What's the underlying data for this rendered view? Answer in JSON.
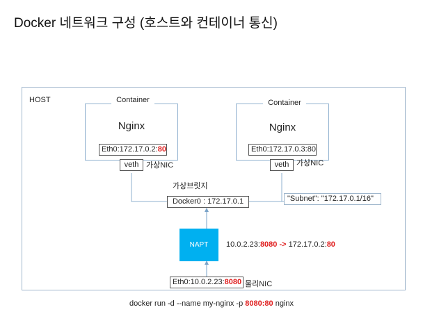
{
  "title": "Docker 네트워크 구성 (호스트와 컨테이너 통신)",
  "host_label": "HOST",
  "containers": [
    {
      "tab": "Container",
      "app": "Nginx",
      "eth_text": "Eth0:172.17.0.2:",
      "eth_port": "80",
      "veth": "veth",
      "nic_label": "가상NIC"
    },
    {
      "tab": "Container",
      "app": "Nginx",
      "eth_text": "Eth0:172.17.0.3:80",
      "eth_port": "",
      "veth": "veth",
      "nic_label": "가상NIC"
    }
  ],
  "bridge": {
    "label": "가상브릿지",
    "name": "Docker0 : 172.17.0.1",
    "subnet": "\"Subnet\": \"172.17.0.1/16\""
  },
  "napt": {
    "label": "NAPT",
    "rule_src_ip": "10.0.2.23:",
    "rule_src_port": "8080",
    "rule_arrow": " -> ",
    "rule_dst_ip": "172.17.0.2:",
    "rule_dst_port": "80"
  },
  "physical": {
    "eth_text": "Eth0:10.0.2.23:",
    "eth_port": "8080",
    "nic_label": "물리NIC"
  },
  "command": {
    "prefix": "docker run -d --name my-nginx -p ",
    "ports": "8080:80",
    "suffix": " nginx"
  },
  "colors": {
    "accent_red": "#e02020",
    "napt_fill": "#00b0f0",
    "line_blue": "#8fb0cf"
  }
}
